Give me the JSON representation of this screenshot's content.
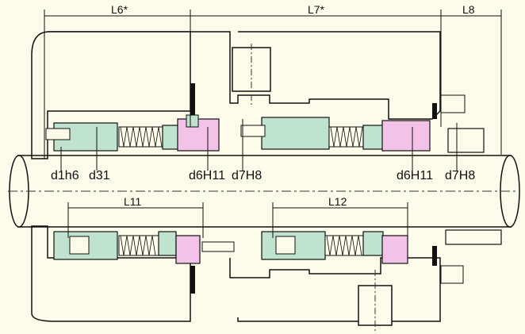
{
  "colors": {
    "background": "#fdfbe9",
    "housing": "#fdfbe9",
    "stationary_face": "#f3c2e8",
    "seal_component": "#bfe3cf",
    "shaft": "#fdfbe9",
    "line": "#111111",
    "centerline": "#333333"
  },
  "dimensions": {
    "top": {
      "l6": "L6*",
      "l7": "L7*",
      "l8": "L8"
    },
    "bottom": {
      "l11": "L11",
      "l12": "L12"
    }
  },
  "diameters": {
    "d1": "d1h6",
    "d31": "d31",
    "d6_left": "d6H11",
    "d7_left": "d7H8",
    "d6_right": "d6H11",
    "d7_right": "d7H8"
  }
}
